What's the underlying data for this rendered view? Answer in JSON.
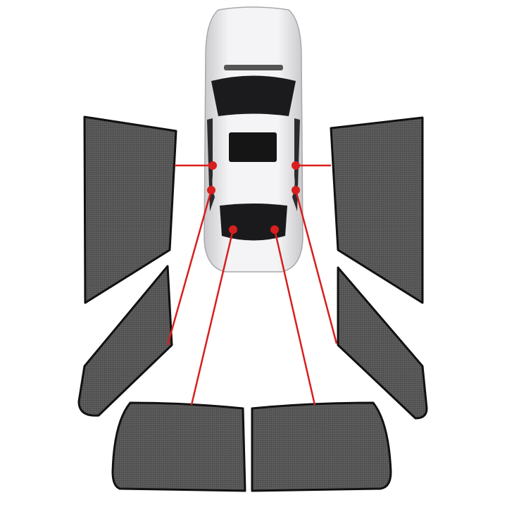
{
  "image": {
    "subject": "car-window-sunshades",
    "colors": {
      "background": "#ffffff",
      "shade_mesh": "#5a5a5a",
      "shade_border": "#111111",
      "car_body": "#e8e8ea",
      "glass": "#1a1a1a",
      "pointer": "#d81e1e"
    },
    "shades": [
      "front-left",
      "front-right",
      "rear-left",
      "rear-right",
      "back-left",
      "back-right"
    ]
  }
}
